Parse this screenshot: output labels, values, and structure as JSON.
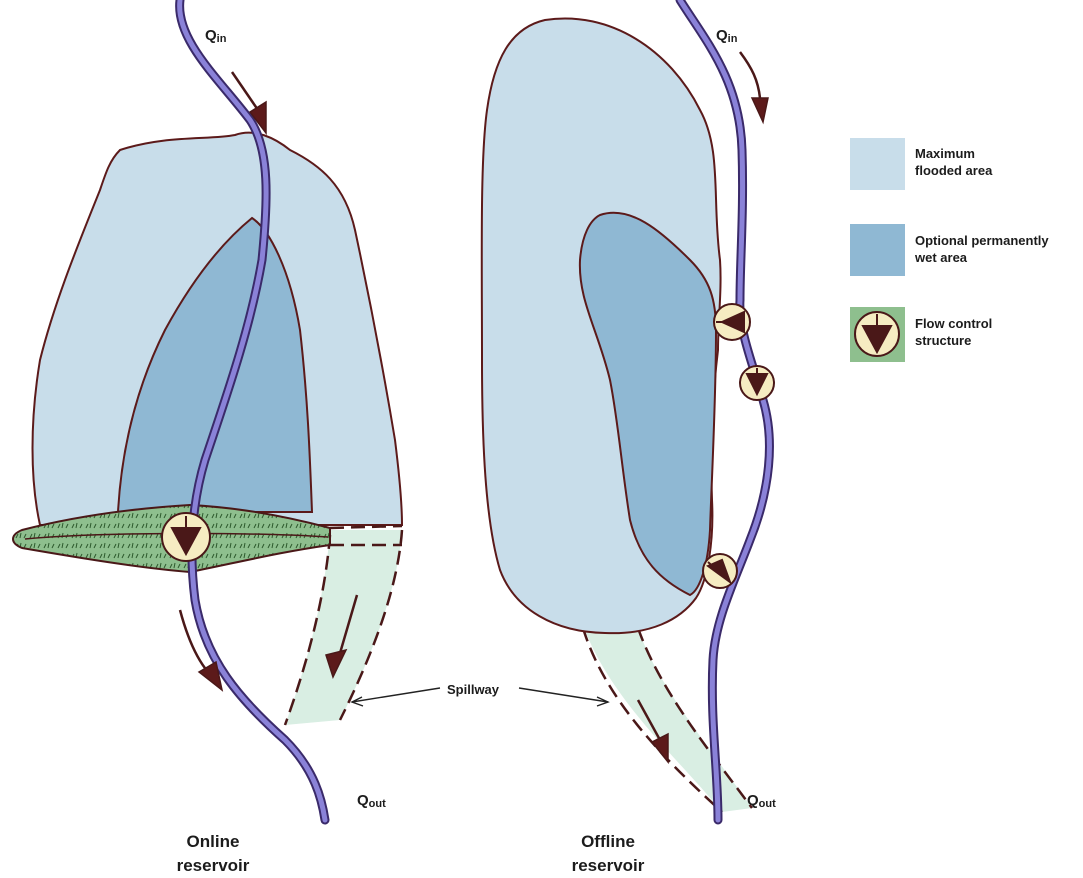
{
  "diagram": {
    "online": {
      "q_in": {
        "main": "Q",
        "sub": "in"
      },
      "q_out": {
        "main": "Q",
        "sub": "out"
      },
      "caption_line1": "Online",
      "caption_line2": "reservoir"
    },
    "offline": {
      "q_in": {
        "main": "Q",
        "sub": "in"
      },
      "q_out": {
        "main": "Q",
        "sub": "out"
      },
      "caption_line1": "Offline",
      "caption_line2": "reservoir"
    },
    "spillway_label": "Spillway"
  },
  "legend": {
    "items": [
      {
        "line1": "Maximum",
        "line2": "flooded area",
        "color": "#c8ddea",
        "kind": "maximum-flooded-area"
      },
      {
        "line1": "Optional permanently",
        "line2": "wet area",
        "color": "#8fb8d3",
        "kind": "permanently-wet-area"
      },
      {
        "line1": "Flow control",
        "line2": "structure",
        "color": "#f6ecc2",
        "kind": "flow-control-structure"
      }
    ]
  },
  "colors": {
    "flooded": "#c8ddea",
    "wet": "#8fb8d3",
    "river": "#8a82d8",
    "outline": "#5c1a1a",
    "spillway": "#d9eee3",
    "dam": "#8ebf8e",
    "fcs": "#f6ecc2"
  }
}
